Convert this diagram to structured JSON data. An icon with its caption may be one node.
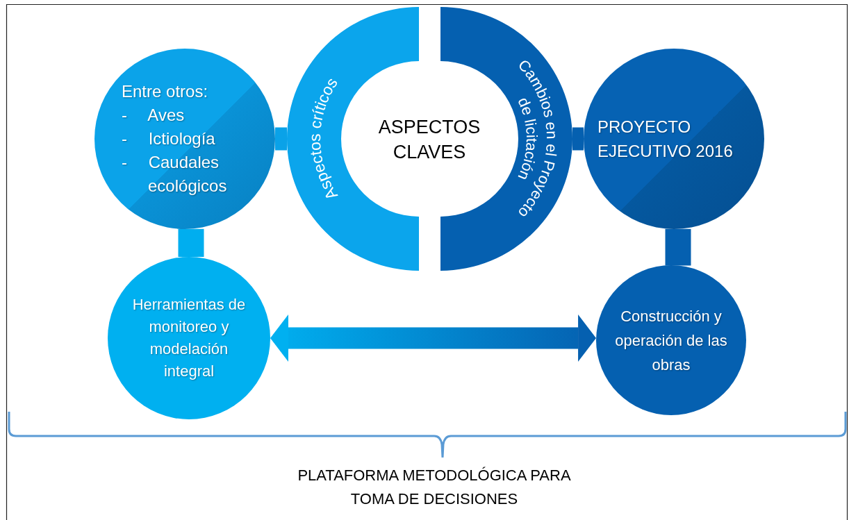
{
  "diagram": {
    "nodes": [
      {
        "text": [
          "Entre otros:",
          "- Aves",
          "- Ictiología",
          "- Caudales ecológicos"
        ]
      },
      {
        "text": [
          "Aspectos críticos"
        ]
      },
      {
        "text": [
          "Cambios en el Proyecto de licitación"
        ]
      },
      {
        "text": [
          "PROYECTO EJECUTIVO 2016"
        ]
      },
      {
        "text": [
          "Herramientas de monitoreo y modelación integral"
        ]
      },
      {
        "text": [
          "Construcción y operación de las obras"
        ]
      }
    ],
    "edges": [
      {
        "from": 0,
        "to": 1,
        "arrow": "none",
        "color": "#0aa2e8"
      },
      {
        "from": 2,
        "to": 3,
        "arrow": "none",
        "color": "#0560b0"
      },
      {
        "from": 0,
        "to": 4,
        "arrow": "none",
        "color": "#00aeef"
      },
      {
        "from": 3,
        "to": 5,
        "arrow": "none",
        "color": "#0560b0"
      },
      {
        "from": 4,
        "to": 5,
        "arrow": "both"
      }
    ],
    "labels": [
      "ASPECTOS CLAVES",
      "PLATAFORMA METODOLÓGICA PARA TOMA DE DECISIONES"
    ]
  }
}
